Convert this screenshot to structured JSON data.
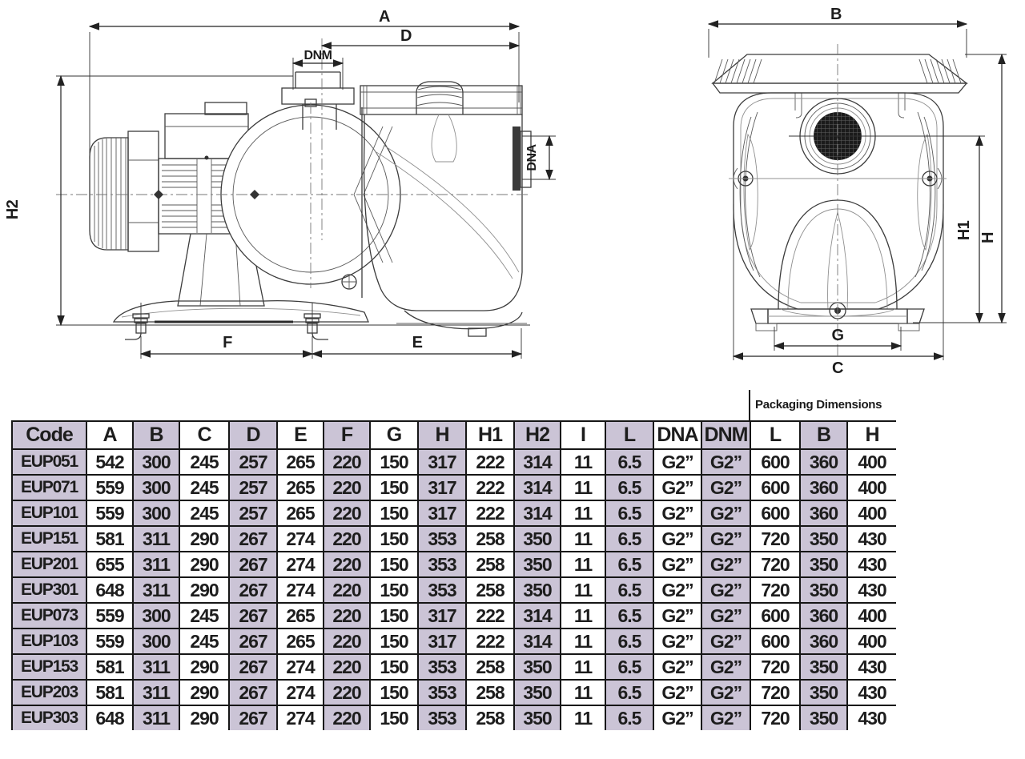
{
  "drawings": {
    "side_view": {
      "labels": {
        "a": "A",
        "d": "D",
        "dnm": "DNM",
        "dna": "DNA",
        "h2": "H2",
        "f": "F",
        "e": "E"
      }
    },
    "front_view": {
      "labels": {
        "b": "B",
        "h1": "H1",
        "h": "H",
        "g": "G",
        "c": "C"
      }
    }
  },
  "table": {
    "packaging_label": "Packaging Dimensions",
    "columns": [
      "Code",
      "A",
      "B",
      "C",
      "D",
      "E",
      "F",
      "G",
      "H",
      "H1",
      "H2",
      "I",
      "L",
      "DNA",
      "DNM",
      "L",
      "B",
      "H"
    ],
    "rows": [
      [
        "EUP051",
        "542",
        "300",
        "245",
        "257",
        "265",
        "220",
        "150",
        "317",
        "222",
        "314",
        "11",
        "6.5",
        "G2”",
        "G2”",
        "600",
        "360",
        "400"
      ],
      [
        "EUP071",
        "559",
        "300",
        "245",
        "257",
        "265",
        "220",
        "150",
        "317",
        "222",
        "314",
        "11",
        "6.5",
        "G2”",
        "G2”",
        "600",
        "360",
        "400"
      ],
      [
        "EUP101",
        "559",
        "300",
        "245",
        "257",
        "265",
        "220",
        "150",
        "317",
        "222",
        "314",
        "11",
        "6.5",
        "G2”",
        "G2”",
        "600",
        "360",
        "400"
      ],
      [
        "EUP151",
        "581",
        "311",
        "290",
        "267",
        "274",
        "220",
        "150",
        "353",
        "258",
        "350",
        "11",
        "6.5",
        "G2”",
        "G2”",
        "720",
        "350",
        "430"
      ],
      [
        "EUP201",
        "655",
        "311",
        "290",
        "267",
        "274",
        "220",
        "150",
        "353",
        "258",
        "350",
        "11",
        "6.5",
        "G2”",
        "G2”",
        "720",
        "350",
        "430"
      ],
      [
        "EUP301",
        "648",
        "311",
        "290",
        "267",
        "274",
        "220",
        "150",
        "353",
        "258",
        "350",
        "11",
        "6.5",
        "G2”",
        "G2”",
        "720",
        "350",
        "430"
      ],
      [
        "EUP073",
        "559",
        "300",
        "245",
        "267",
        "265",
        "220",
        "150",
        "317",
        "222",
        "314",
        "11",
        "6.5",
        "G2”",
        "G2”",
        "600",
        "360",
        "400"
      ],
      [
        "EUP103",
        "559",
        "300",
        "245",
        "267",
        "265",
        "220",
        "150",
        "317",
        "222",
        "314",
        "11",
        "6.5",
        "G2”",
        "G2”",
        "600",
        "360",
        "400"
      ],
      [
        "EUP153",
        "581",
        "311",
        "290",
        "267",
        "274",
        "220",
        "150",
        "353",
        "258",
        "350",
        "11",
        "6.5",
        "G2”",
        "G2”",
        "720",
        "350",
        "430"
      ],
      [
        "EUP203",
        "581",
        "311",
        "290",
        "267",
        "274",
        "220",
        "150",
        "353",
        "258",
        "350",
        "11",
        "6.5",
        "G2”",
        "G2”",
        "720",
        "350",
        "430"
      ],
      [
        "EUP303",
        "648",
        "311",
        "290",
        "267",
        "274",
        "220",
        "150",
        "353",
        "258",
        "350",
        "11",
        "6.5",
        "G2”",
        "G2”",
        "720",
        "350",
        "430"
      ]
    ]
  },
  "colors": {
    "shade": "#cbc4d6",
    "grid": "#161616",
    "line": "#3c3c3c"
  }
}
